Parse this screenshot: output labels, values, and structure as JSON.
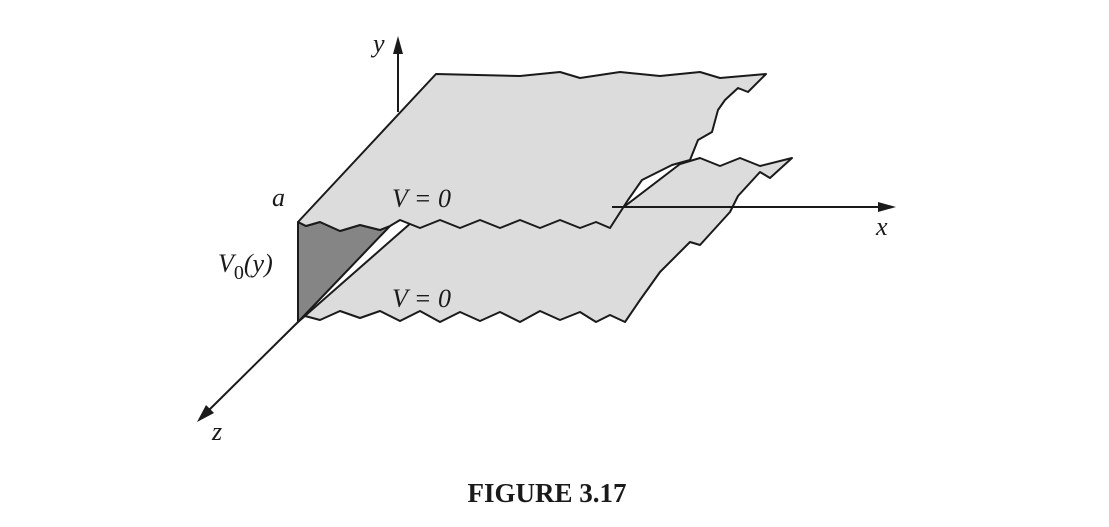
{
  "figure": {
    "caption": "FIGURE 3.17",
    "axes": {
      "x_label": "x",
      "y_label": "y",
      "z_label": "z"
    },
    "labels": {
      "height": "a",
      "top_potential": "V = 0",
      "bottom_potential": "V = 0",
      "boundary_v": "V",
      "boundary_sub": "0",
      "boundary_arg": "(y)"
    },
    "colors": {
      "sheet_fill": "#dcdcdc",
      "end_face_fill": "#858585",
      "ink": "#1a1a1a"
    }
  }
}
